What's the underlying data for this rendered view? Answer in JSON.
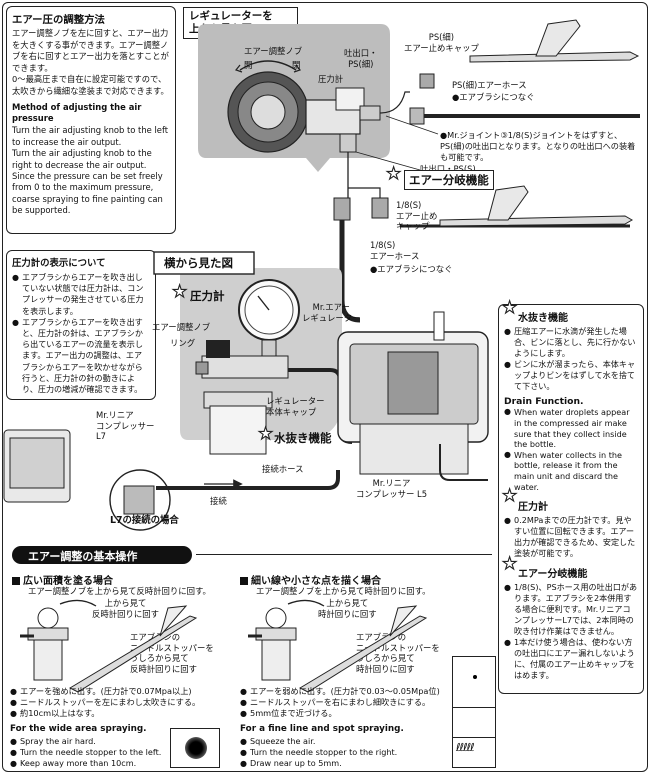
{
  "adjust_box": {
    "title_jp": "エアー圧の調整方法",
    "body_jp": "エアー調整ノブを左に回すと、エアー出力を大きくする事ができます。エアー調整ノブを右に回すとエアー出力を落とすことができます。\n0〜最高圧まで自在に設定可能ですので、太吹きから繊細な塗装まで対応できます。",
    "title_en": "Method of adjusting the air pressure",
    "body_en": "Turn the air adjusting knob to the left to increase the air output.\nTurn the air adjusting knob to the right to decrease the air output.\nSince the pressure can be set freely from 0 to the maximum pressure, coarse spraying to fine painting can be supported."
  },
  "gauge_box": {
    "title": "圧力計の表示について",
    "items": [
      "エアブラシからエアーを吹き出していない状態では圧力計は、コンプレッサーの発生させている圧力を表示します。",
      "エアブラシからエアーを吹き出すと、圧力計の針は、エアブラシから出ているエアーの流量を表示します。エアー出力の調整は、エアブラシからエアーを吹かせながら行うと、圧力計の針の動きにより、圧力の増減が確認できます。"
    ]
  },
  "top_view": {
    "title": "レギュレーターを\n上から見た図",
    "knob_label": "エアー調整ノブ",
    "open": "開",
    "close": "閉",
    "gauge": "圧力計",
    "outlet": "吐出口・\nPS(細)",
    "ps_cap": "PS(細)\nエアー止めキャップ",
    "ps_hose": "PS(細)エアーホース",
    "to_brush_1": "●エアブラシにつなぐ",
    "joint_note": "●Mr.ジョイント③1/8(S)ジョイントをはずすと、PS(細)の吐出口となります。となりの吐出口への装着も可能です。",
    "outlet_s": "吐出口・PS(S)",
    "branch_title": "エアー分岐機能",
    "cap18": "1/8(S)\nエアー止め\nキャップ",
    "hose18": "1/8(S)\nエアーホース",
    "to_brush_2": "●エアブラシにつなぐ"
  },
  "side_view": {
    "title": "横から見た図",
    "gauge_tag": "圧力計",
    "mr_reg": "Mr.エアー\nレギュレーター",
    "knob": "エアー調整ノブ",
    "ring": "リング",
    "body_cap": "レギュレーター\n本体キャップ",
    "drain_tag": "水抜き機能",
    "hose": "接続ホース",
    "connect": "接続",
    "compressor_l7": "Mr.リニア\nコンプレッサー\nL7",
    "compressor_l5": "Mr.リニア\nコンプレッサー L5",
    "l7_case": "L7の接続の場合"
  },
  "right_panel": {
    "drain_title": "水抜き機能",
    "drain_items": [
      "圧縮エアーに水滴が発生した場合、ビンに落とし、先に行かないようにします。",
      "ビンに水が溜まったら、本体キャップよりビンをはずして水を捨てて下さい。"
    ],
    "drain_en_title": "Drain Function.",
    "drain_en_items": [
      "When water droplets appear in the compressed air make sure that they collect inside the bottle.",
      "When water collects in the bottle, release it from the main unit and discard the water."
    ],
    "gauge_title": "圧力計",
    "gauge_items": [
      "0.2MPaまでの圧力計です。見やすい位置に回転できます。エアー出力が確認できるため、安定した塗装が可能です。"
    ],
    "branch_title": "エアー分岐機能",
    "branch_items": [
      "1/8(S)、PSホース用の吐出口があります。エアブラシを2本併用する場合に便利です。Mr.リニアコンプレッサーL7では、2本同時の吹き付け作業はできません。",
      "1本だけ使う場合は、使わない方の吐出口にエアー漏れしないように、付属のエアー止めキャップをはめます。"
    ]
  },
  "basic_ops": {
    "title": "エアー調整の基本操作",
    "wide_title": "広い面積を塗る場合",
    "wide_sub": "エアー調整ノブを上から見て反時計回りに回す。",
    "wide_rot": "上から見て\n反時計回りに回す",
    "wide_items": [
      "エアーを強めに出す。(圧力計で0.07Mpa以上)",
      "ニードルストッパーを左にまわし太吹きにする。",
      "約10cm以上はなす。"
    ],
    "wide_en_title": "For the wide area spraying.",
    "wide_en_items": [
      "Spray the air hard.",
      "Turn the needle stopper to the left.",
      "Keep away more than 10cm."
    ],
    "fine_title": "細い線や小さな点を描く場合",
    "fine_sub": "エアー調整ノブを上から見て時計回りに回す。",
    "fine_rot": "上から見て\n時計回りに回す",
    "stopper_left": "エアブラシの\nニードルストッパーを\nうしろから見て\n反時計回りに回す",
    "stopper_right": "エアブラシの\nニードルストッパーを\nうしろから見て\n時計回りに回す",
    "fine_items": [
      "エアーを弱めに出す。(圧力計で0.03〜0.05Mpa位)",
      "ニードルストッパーを右にまわし細吹きにする。",
      "5mm位まで近づける。"
    ],
    "fine_en_title": "For a fine line and spot spraying.",
    "fine_en_items": [
      "Squeeze the air.",
      "Turn the needle stopper to the right.",
      "Draw near up to 5mm."
    ]
  }
}
